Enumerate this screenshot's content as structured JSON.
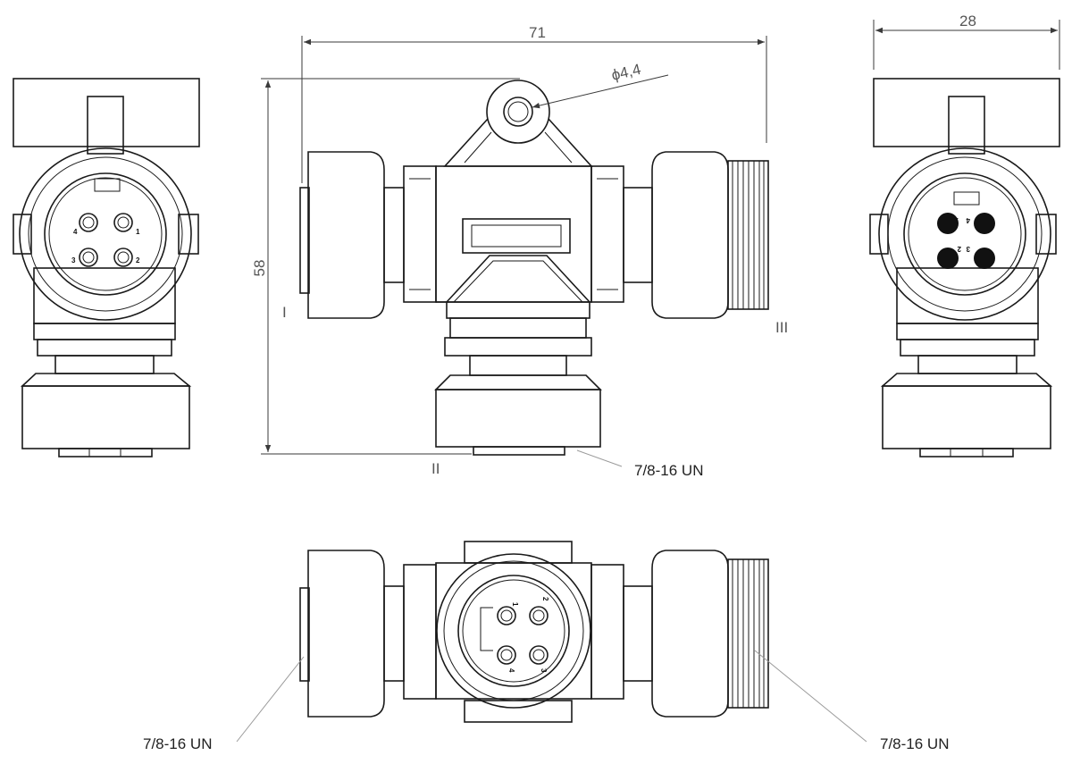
{
  "dimensions": {
    "width": "71",
    "height": "58",
    "side_width": "28",
    "hole": "ϕ4,4"
  },
  "ports": {
    "one": "I",
    "two": "II",
    "three": "III"
  },
  "thread_labels": {
    "bottom_port": "7/8-16 UN",
    "left_port": "7/8-16 UN",
    "right_port": "7/8-16 UN"
  },
  "pins": {
    "female_left": [
      "4",
      "1",
      "3",
      "2"
    ],
    "male_right": [
      "4",
      "1",
      "3",
      "2"
    ],
    "bottom_view": [
      "1",
      "2",
      "4",
      "3"
    ]
  }
}
